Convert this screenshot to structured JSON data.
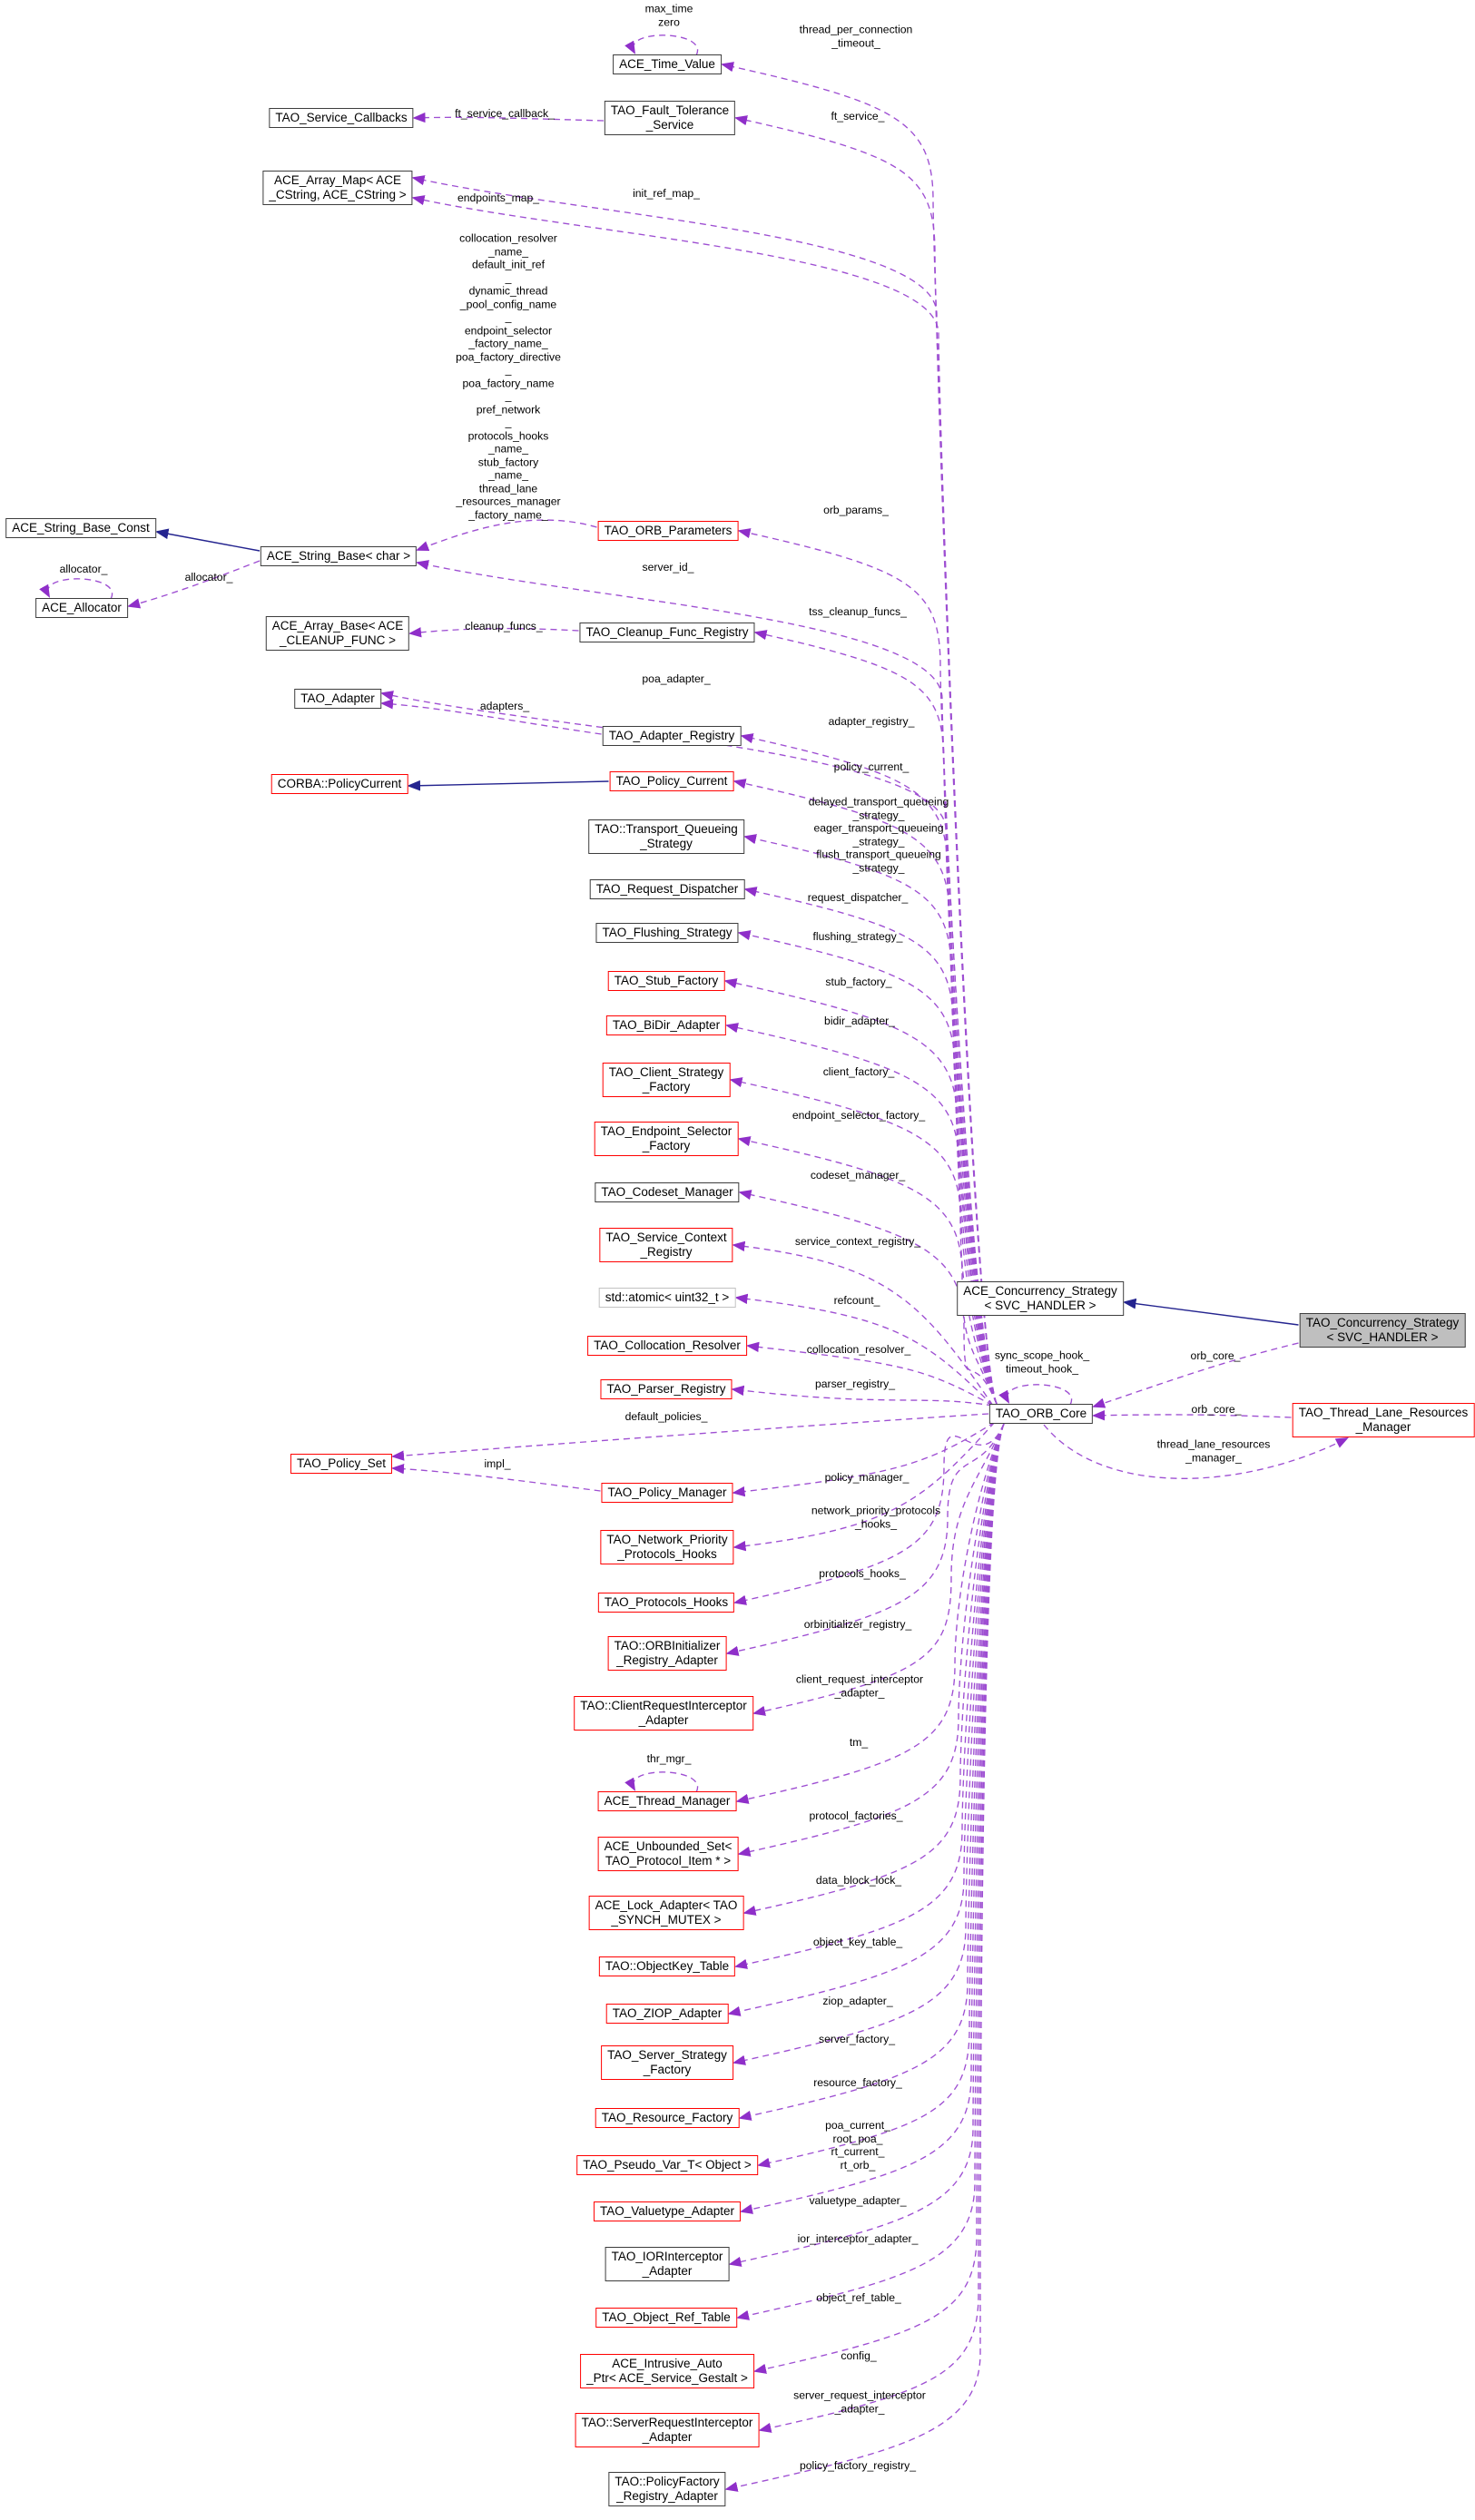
{
  "diagram": {
    "focal_class": "TAO_Concurrency_Strategy< SVC_HANDLER >",
    "colors": {
      "edge_dashed": "#9e4fd2",
      "edge_arrow": "#8f2fc9",
      "edge_inherit": "#24248f",
      "border_black": "#3d3d3d",
      "border_red": "#ff0000",
      "border_gray": "#c2c2c2",
      "focal_fill": "#bfbfbf"
    },
    "nodes": [
      {
        "id": "ace_time_value",
        "label": "ACE_Time_Value",
        "border": "black"
      },
      {
        "id": "tao_service_callbacks",
        "label": "TAO_Service_Callbacks",
        "border": "black"
      },
      {
        "id": "tao_fault_tolerance",
        "label": "TAO_Fault_Tolerance\n_Service",
        "border": "black"
      },
      {
        "id": "ace_array_map",
        "label": "ACE_Array_Map< ACE\n_CString, ACE_CString >",
        "border": "black"
      },
      {
        "id": "ace_string_base_const",
        "label": "ACE_String_Base_Const",
        "border": "black"
      },
      {
        "id": "ace_string_base_char",
        "label": "ACE_String_Base< char >",
        "border": "black"
      },
      {
        "id": "ace_allocator",
        "label": "ACE_Allocator",
        "border": "black"
      },
      {
        "id": "ace_array_base",
        "label": "ACE_Array_Base< ACE\n_CLEANUP_FUNC >",
        "border": "black"
      },
      {
        "id": "tao_orb_parameters",
        "label": "TAO_ORB_Parameters",
        "border": "red"
      },
      {
        "id": "tao_cleanup_func_registry",
        "label": "TAO_Cleanup_Func_Registry",
        "border": "black"
      },
      {
        "id": "tao_adapter",
        "label": "TAO_Adapter",
        "border": "black"
      },
      {
        "id": "tao_adapter_registry",
        "label": "TAO_Adapter_Registry",
        "border": "black"
      },
      {
        "id": "corba_policycurrent",
        "label": "CORBA::PolicyCurrent",
        "border": "red"
      },
      {
        "id": "tao_policy_current",
        "label": "TAO_Policy_Current",
        "border": "red"
      },
      {
        "id": "transport_queueing",
        "label": "TAO::Transport_Queueing\n_Strategy",
        "border": "black"
      },
      {
        "id": "request_dispatcher",
        "label": "TAO_Request_Dispatcher",
        "border": "black"
      },
      {
        "id": "flushing_strategy",
        "label": "TAO_Flushing_Strategy",
        "border": "black"
      },
      {
        "id": "stub_factory",
        "label": "TAO_Stub_Factory",
        "border": "red"
      },
      {
        "id": "bidir_adapter",
        "label": "TAO_BiDir_Adapter",
        "border": "red"
      },
      {
        "id": "client_strategy_factory",
        "label": "TAO_Client_Strategy\n_Factory",
        "border": "red"
      },
      {
        "id": "endpoint_selector_factory",
        "label": "TAO_Endpoint_Selector\n_Factory",
        "border": "red"
      },
      {
        "id": "codeset_manager",
        "label": "TAO_Codeset_Manager",
        "border": "black"
      },
      {
        "id": "service_context_registry",
        "label": "TAO_Service_Context\n_Registry",
        "border": "red"
      },
      {
        "id": "std_atomic",
        "label": "std::atomic< uint32_t >",
        "border": "gray"
      },
      {
        "id": "collocation_resolver",
        "label": "TAO_Collocation_Resolver",
        "border": "red"
      },
      {
        "id": "parser_registry",
        "label": "TAO_Parser_Registry",
        "border": "red"
      },
      {
        "id": "tao_policy_set",
        "label": "TAO_Policy_Set",
        "border": "red"
      },
      {
        "id": "tao_policy_manager",
        "label": "TAO_Policy_Manager",
        "border": "red"
      },
      {
        "id": "network_priority",
        "label": "TAO_Network_Priority\n_Protocols_Hooks",
        "border": "red"
      },
      {
        "id": "protocols_hooks",
        "label": "TAO_Protocols_Hooks",
        "border": "red"
      },
      {
        "id": "orbinitializer",
        "label": "TAO::ORBInitializer\n_Registry_Adapter",
        "border": "red"
      },
      {
        "id": "client_request_interceptor",
        "label": "TAO::ClientRequestInterceptor\n_Adapter",
        "border": "red"
      },
      {
        "id": "ace_thread_manager",
        "label": "ACE_Thread_Manager",
        "border": "red"
      },
      {
        "id": "ace_unbounded_set",
        "label": "ACE_Unbounded_Set<\nTAO_Protocol_Item * >",
        "border": "red"
      },
      {
        "id": "ace_lock_adapter",
        "label": "ACE_Lock_Adapter< TAO\n_SYNCH_MUTEX >",
        "border": "red"
      },
      {
        "id": "objectkey_table",
        "label": "TAO::ObjectKey_Table",
        "border": "red"
      },
      {
        "id": "ziop_adapter",
        "label": "TAO_ZIOP_Adapter",
        "border": "red"
      },
      {
        "id": "server_strategy_factory",
        "label": "TAO_Server_Strategy\n_Factory",
        "border": "red"
      },
      {
        "id": "resource_factory",
        "label": "TAO_Resource_Factory",
        "border": "red"
      },
      {
        "id": "pseudo_var",
        "label": "TAO_Pseudo_Var_T< Object >",
        "border": "red"
      },
      {
        "id": "valuetype_adapter",
        "label": "TAO_Valuetype_Adapter",
        "border": "red"
      },
      {
        "id": "iorinterceptor",
        "label": "TAO_IORInterceptor\n_Adapter",
        "border": "black"
      },
      {
        "id": "object_ref_table",
        "label": "TAO_Object_Ref_Table",
        "border": "red"
      },
      {
        "id": "intrusive_auto_ptr",
        "label": "ACE_Intrusive_Auto\n_Ptr< ACE_Service_Gestalt >",
        "border": "red"
      },
      {
        "id": "server_request_interceptor",
        "label": "TAO::ServerRequestInterceptor\n_Adapter",
        "border": "red"
      },
      {
        "id": "policyfactory_registry",
        "label": "TAO::PolicyFactory\n_Registry_Adapter",
        "border": "black"
      },
      {
        "id": "orb_core",
        "label": "TAO_ORB_Core",
        "border": "black"
      },
      {
        "id": "ace_concurrency",
        "label": "ACE_Concurrency_Strategy\n< SVC_HANDLER >",
        "border": "black"
      },
      {
        "id": "tao_concurrency",
        "label": "TAO_Concurrency_Strategy\n< SVC_HANDLER >",
        "border": "focal"
      },
      {
        "id": "thread_lane_manager",
        "label": "TAO_Thread_Lane_Resources\n_Manager",
        "border": "red"
      }
    ],
    "edges": [
      {
        "id": "e1",
        "from": "ace_time_value",
        "to": "ace_time_value",
        "label": "max_time\nzero",
        "style": "dashed"
      },
      {
        "id": "e2",
        "from": "orb_core",
        "to": "ace_time_value",
        "label": "thread_per_connection\n_timeout_",
        "style": "dashed"
      },
      {
        "id": "e3",
        "from": "tao_fault_tolerance",
        "to": "tao_service_callbacks",
        "label": "ft_service_callback_",
        "style": "dashed"
      },
      {
        "id": "e4",
        "from": "orb_core",
        "to": "tao_fault_tolerance",
        "label": "ft_service_",
        "style": "dashed"
      },
      {
        "id": "e5",
        "from": "orb_core",
        "to": "ace_array_map",
        "label": "init_ref_map_",
        "style": "dashed"
      },
      {
        "id": "e6",
        "from": "orb_core",
        "to": "ace_array_map",
        "label": "endpoints_map_",
        "style": "dashed"
      },
      {
        "id": "e7",
        "from": "tao_orb_parameters",
        "to": "ace_string_base_char",
        "label": "collocation_resolver\n_name_\ndefault_init_ref\n_\ndynamic_thread\n_pool_config_name\n_\nendpoint_selector\n_factory_name_\npoa_factory_directive\n_\npoa_factory_name\n_\npref_network\n_\nprotocols_hooks\n_name_\nstub_factory\n_name_\nthread_lane\n_resources_manager\n_factory_name_",
        "style": "dashed"
      },
      {
        "id": "e8",
        "from": "orb_core",
        "to": "tao_orb_parameters",
        "label": "orb_params_",
        "style": "dashed"
      },
      {
        "id": "e9",
        "from": "orb_core",
        "to": "ace_string_base_char",
        "label": "server_id_",
        "style": "dashed"
      },
      {
        "id": "e10",
        "from": "ace_string_base_char",
        "to": "ace_string_base_const",
        "label": "",
        "style": "solid",
        "relation": "inheritance"
      },
      {
        "id": "e11",
        "from": "ace_allocator",
        "to": "ace_allocator",
        "label": "allocator_",
        "style": "dashed"
      },
      {
        "id": "e12",
        "from": "ace_string_base_char",
        "to": "ace_allocator",
        "label": "allocator_",
        "style": "dashed"
      },
      {
        "id": "e13",
        "from": "orb_core",
        "to": "tao_cleanup_func_registry",
        "label": "tss_cleanup_funcs_",
        "style": "dashed"
      },
      {
        "id": "e14",
        "from": "tao_cleanup_func_registry",
        "to": "ace_array_base",
        "label": "cleanup_funcs_",
        "style": "dashed"
      },
      {
        "id": "e15",
        "from": "orb_core",
        "to": "tao_adapter",
        "label": "poa_adapter_",
        "style": "dashed"
      },
      {
        "id": "e16",
        "from": "tao_adapter_registry",
        "to": "tao_adapter",
        "label": "adapters_",
        "style": "dashed"
      },
      {
        "id": "e17",
        "from": "orb_core",
        "to": "tao_adapter_registry",
        "label": "adapter_registry_",
        "style": "dashed"
      },
      {
        "id": "e18",
        "from": "tao_policy_current",
        "to": "corba_policycurrent",
        "label": "",
        "style": "solid",
        "relation": "inheritance"
      },
      {
        "id": "e19",
        "from": "orb_core",
        "to": "tao_policy_current",
        "label": "policy_current_",
        "style": "dashed"
      },
      {
        "id": "e20",
        "from": "orb_core",
        "to": "transport_queueing",
        "label": "delayed_transport_queueing\n_strategy_\neager_transport_queueing\n_strategy_\nflush_transport_queueing\n_strategy_",
        "style": "dashed"
      },
      {
        "id": "e21",
        "from": "orb_core",
        "to": "request_dispatcher",
        "label": "request_dispatcher_",
        "style": "dashed"
      },
      {
        "id": "e22",
        "from": "orb_core",
        "to": "flushing_strategy",
        "label": "flushing_strategy_",
        "style": "dashed"
      },
      {
        "id": "e23",
        "from": "orb_core",
        "to": "stub_factory",
        "label": "stub_factory_",
        "style": "dashed"
      },
      {
        "id": "e24",
        "from": "orb_core",
        "to": "bidir_adapter",
        "label": "bidir_adapter_",
        "style": "dashed"
      },
      {
        "id": "e25",
        "from": "orb_core",
        "to": "client_strategy_factory",
        "label": "client_factory_",
        "style": "dashed"
      },
      {
        "id": "e26",
        "from": "orb_core",
        "to": "endpoint_selector_factory",
        "label": "endpoint_selector_factory_",
        "style": "dashed"
      },
      {
        "id": "e27",
        "from": "orb_core",
        "to": "codeset_manager",
        "label": "codeset_manager_",
        "style": "dashed"
      },
      {
        "id": "e28",
        "from": "orb_core",
        "to": "service_context_registry",
        "label": "service_context_registry_",
        "style": "dashed"
      },
      {
        "id": "e29",
        "from": "orb_core",
        "to": "std_atomic",
        "label": "refcount_",
        "style": "dashed"
      },
      {
        "id": "e30",
        "from": "orb_core",
        "to": "collocation_resolver",
        "label": "collocation_resolver_",
        "style": "dashed"
      },
      {
        "id": "e31",
        "from": "orb_core",
        "to": "parser_registry",
        "label": "parser_registry_",
        "style": "dashed"
      },
      {
        "id": "e32",
        "from": "orb_core",
        "to": "tao_policy_set",
        "label": "default_policies_",
        "style": "dashed"
      },
      {
        "id": "e33",
        "from": "tao_policy_manager",
        "to": "tao_policy_set",
        "label": "impl_",
        "style": "dashed"
      },
      {
        "id": "e34",
        "from": "orb_core",
        "to": "tao_policy_manager",
        "label": "policy_manager_",
        "style": "dashed"
      },
      {
        "id": "e35",
        "from": "orb_core",
        "to": "network_priority",
        "label": "network_priority_protocols\n_hooks_",
        "style": "dashed"
      },
      {
        "id": "e36",
        "from": "orb_core",
        "to": "protocols_hooks",
        "label": "protocols_hooks_",
        "style": "dashed"
      },
      {
        "id": "e37",
        "from": "orb_core",
        "to": "orbinitializer",
        "label": "orbinitializer_registry_",
        "style": "dashed"
      },
      {
        "id": "e38",
        "from": "orb_core",
        "to": "client_request_interceptor",
        "label": "client_request_interceptor\n_adapter_",
        "style": "dashed"
      },
      {
        "id": "e39",
        "from": "orb_core",
        "to": "ace_thread_manager",
        "label": "tm_",
        "style": "dashed"
      },
      {
        "id": "e40",
        "from": "ace_thread_manager",
        "to": "ace_thread_manager",
        "label": "thr_mgr_",
        "style": "dashed"
      },
      {
        "id": "e41",
        "from": "orb_core",
        "to": "ace_unbounded_set",
        "label": "protocol_factories_",
        "style": "dashed"
      },
      {
        "id": "e42",
        "from": "orb_core",
        "to": "ace_lock_adapter",
        "label": "data_block_lock_",
        "style": "dashed"
      },
      {
        "id": "e43",
        "from": "orb_core",
        "to": "objectkey_table",
        "label": "object_key_table_",
        "style": "dashed"
      },
      {
        "id": "e44",
        "from": "orb_core",
        "to": "ziop_adapter",
        "label": "ziop_adapter_",
        "style": "dashed"
      },
      {
        "id": "e45",
        "from": "orb_core",
        "to": "server_strategy_factory",
        "label": "server_factory_",
        "style": "dashed"
      },
      {
        "id": "e46",
        "from": "orb_core",
        "to": "resource_factory",
        "label": "resource_factory_",
        "style": "dashed"
      },
      {
        "id": "e47",
        "from": "orb_core",
        "to": "pseudo_var",
        "label": "poa_current_\nroot_poa_\nrt_current_\nrt_orb_",
        "style": "dashed"
      },
      {
        "id": "e48",
        "from": "orb_core",
        "to": "valuetype_adapter",
        "label": "valuetype_adapter_",
        "style": "dashed"
      },
      {
        "id": "e49",
        "from": "orb_core",
        "to": "iorinterceptor",
        "label": "ior_interceptor_adapter_",
        "style": "dashed"
      },
      {
        "id": "e50",
        "from": "orb_core",
        "to": "object_ref_table",
        "label": "object_ref_table_",
        "style": "dashed"
      },
      {
        "id": "e51",
        "from": "orb_core",
        "to": "intrusive_auto_ptr",
        "label": "config_",
        "style": "dashed"
      },
      {
        "id": "e52",
        "from": "orb_core",
        "to": "server_request_interceptor",
        "label": "server_request_interceptor\n_adapter_",
        "style": "dashed"
      },
      {
        "id": "e53",
        "from": "orb_core",
        "to": "policyfactory_registry",
        "label": "policy_factory_registry_",
        "style": "dashed"
      },
      {
        "id": "e54",
        "from": "orb_core",
        "to": "orb_core",
        "label": "sync_scope_hook_\ntimeout_hook_",
        "style": "dashed"
      },
      {
        "id": "e55",
        "from": "tao_concurrency",
        "to": "ace_concurrency",
        "label": "",
        "style": "solid",
        "relation": "inheritance"
      },
      {
        "id": "e56",
        "from": "tao_concurrency",
        "to": "orb_core",
        "label": "orb_core_",
        "style": "dashed"
      },
      {
        "id": "e57",
        "from": "thread_lane_manager",
        "to": "orb_core",
        "label": "orb_core_",
        "style": "dashed"
      },
      {
        "id": "e58",
        "from": "orb_core",
        "to": "thread_lane_manager",
        "label": "thread_lane_resources\n_manager_",
        "style": "dashed"
      }
    ]
  }
}
